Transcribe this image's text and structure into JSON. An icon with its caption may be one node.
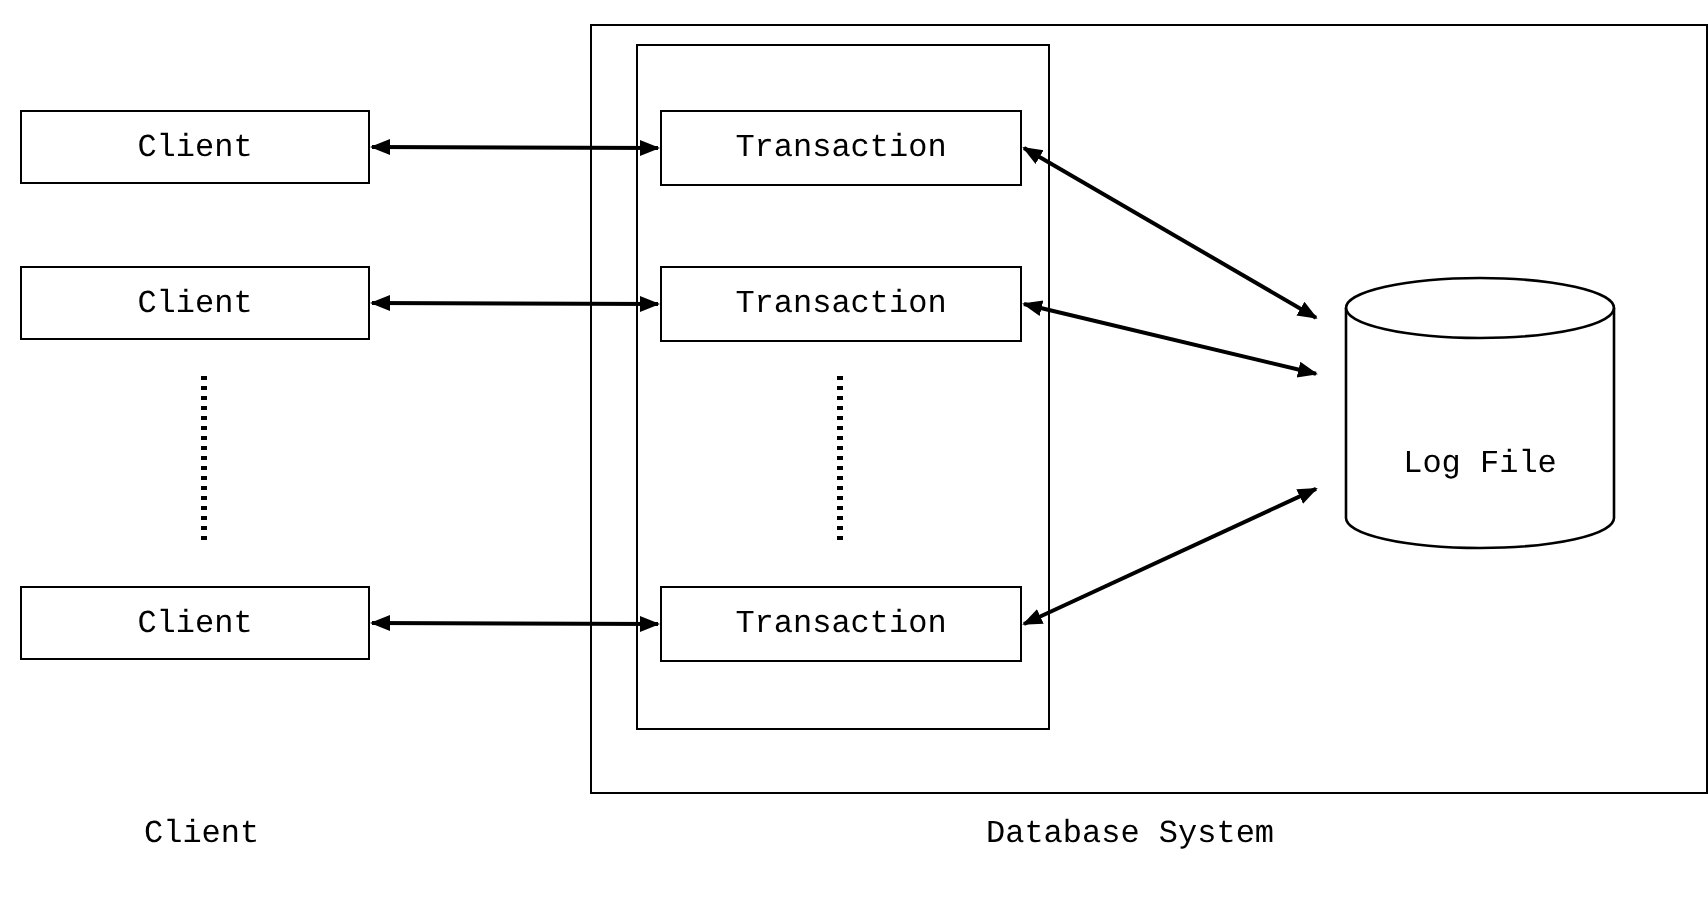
{
  "diagram": {
    "nodes": [
      {
        "text": [],
        "shape": "box"
      },
      {
        "text": [],
        "shape": "box",
        "in": 0
      },
      {
        "text": [
          "Client"
        ]
      },
      {
        "text": [
          "Client"
        ]
      },
      {
        "text": [
          "Client"
        ]
      },
      {
        "text": [
          "Transaction"
        ],
        "in": 1
      },
      {
        "text": [
          "Transaction"
        ],
        "in": 1
      },
      {
        "text": [
          "Transaction"
        ],
        "in": 1
      },
      {
        "text": [
          "Log File"
        ],
        "in": 0
      }
    ],
    "edges": [
      {
        "from": 2,
        "to": 5,
        "arrow": "both"
      },
      {
        "from": 3,
        "to": 6,
        "arrow": "both"
      },
      {
        "from": 4,
        "to": 7,
        "arrow": "both"
      },
      {
        "from": 5,
        "to": 8,
        "arrow": "both"
      },
      {
        "from": 6,
        "to": 8,
        "arrow": "both"
      },
      {
        "from": 7,
        "to": 8,
        "arrow": "both"
      }
    ],
    "labels": [
      "Client",
      "Database System"
    ]
  }
}
